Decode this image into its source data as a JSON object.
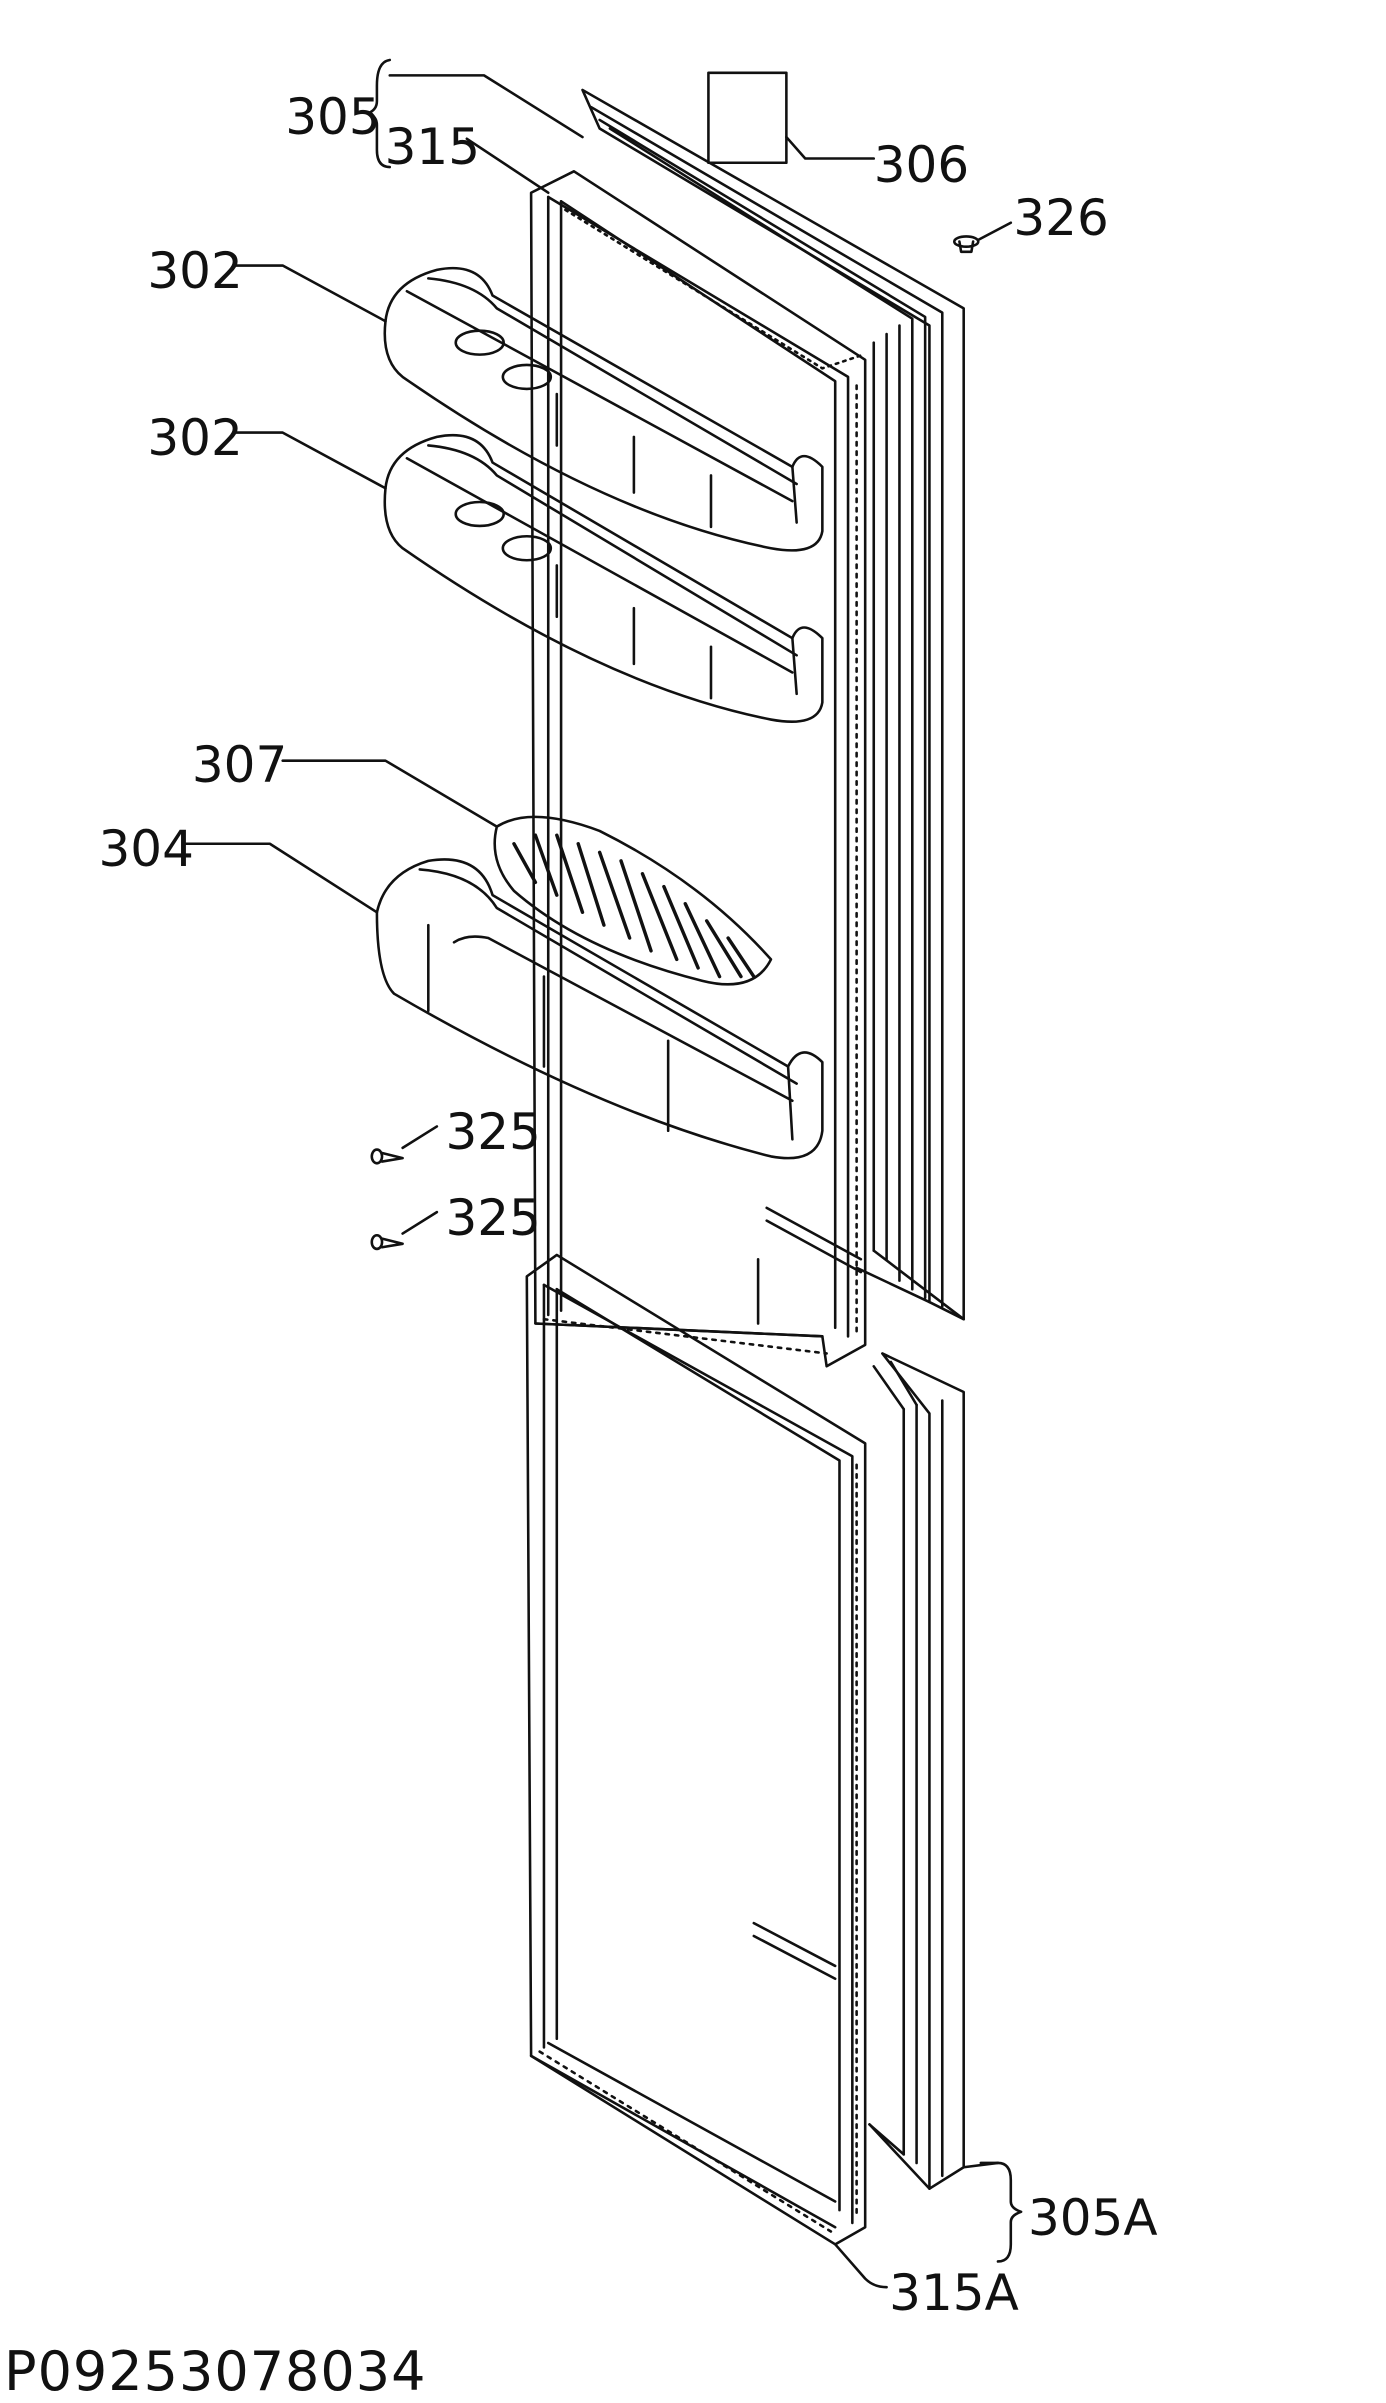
{
  "diagram": {
    "labels": {
      "door_upper_group": "305",
      "gasket_upper": "315",
      "label_plate": "306",
      "plug": "326",
      "shelf_top": "302",
      "shelf_second": "302",
      "rack_insert": "307",
      "bottle_shelf": "304",
      "screw_top": "325",
      "screw_bottom": "325",
      "door_lower_group": "305A",
      "gasket_lower": "315A"
    },
    "drawing_code": "P09253078034"
  }
}
